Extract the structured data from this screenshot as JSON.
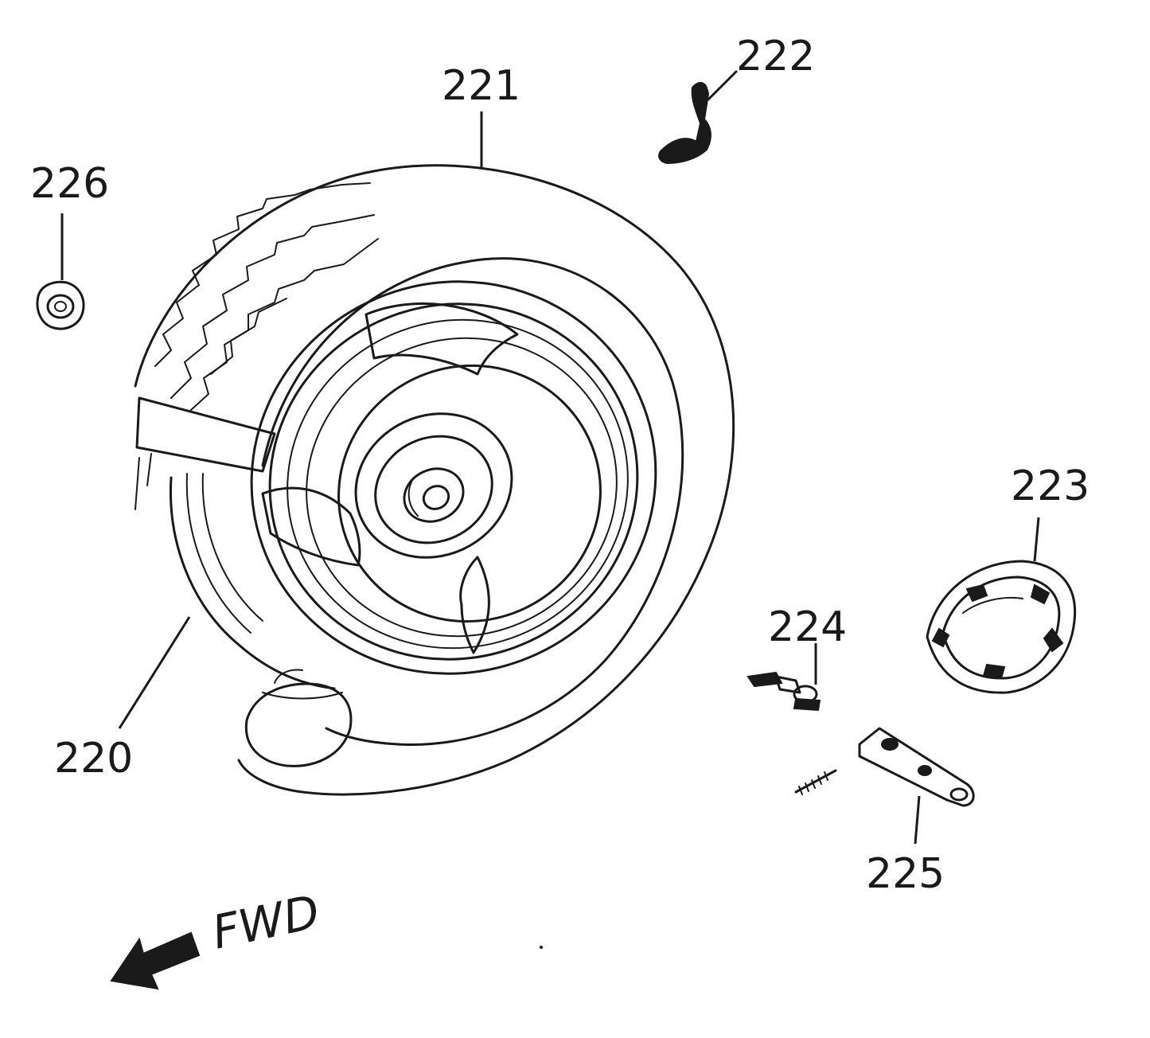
{
  "diagram": {
    "labels": {
      "p220": "220",
      "p221": "221",
      "p222": "222",
      "p223": "223",
      "p224": "224",
      "p225": "225",
      "p226": "226"
    },
    "direction_label": "FWD"
  }
}
